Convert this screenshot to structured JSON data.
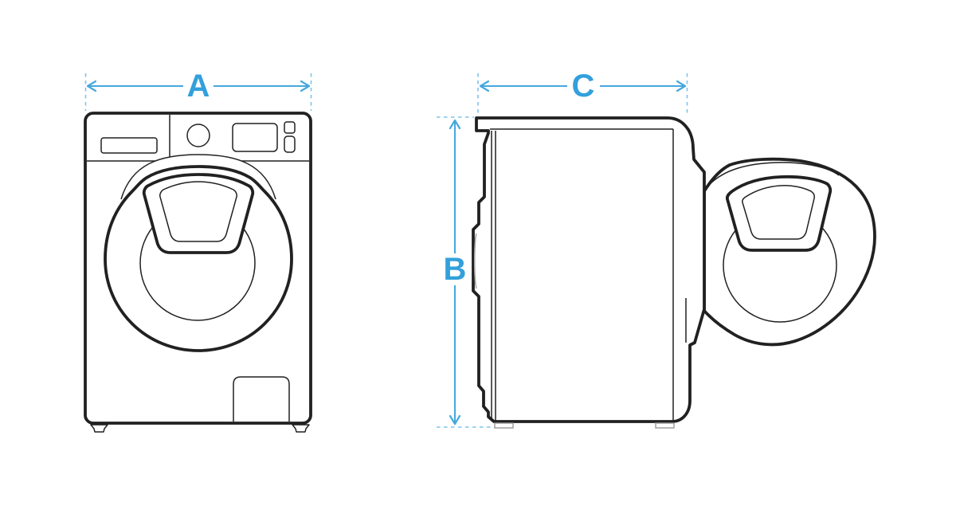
{
  "diagram": {
    "subject": "washing-machine-dimension-drawing",
    "dimensions": {
      "width": {
        "label": "A"
      },
      "height": {
        "label": "B"
      },
      "depth": {
        "label": "C"
      }
    },
    "colors": {
      "outline": "#212121",
      "accent": "#45a8df",
      "accent_label": "#33a0db",
      "accent_dash": "#7cc3ec",
      "detail_gray": "#a8a8a8",
      "background": "#ffffff"
    }
  }
}
